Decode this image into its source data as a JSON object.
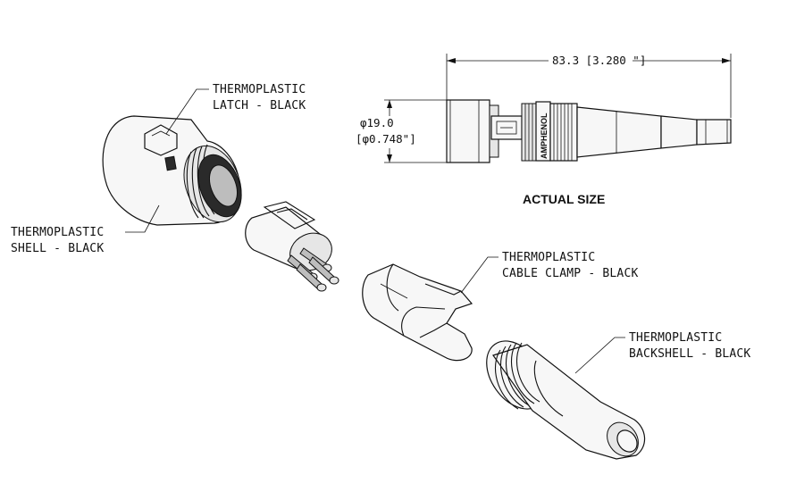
{
  "callouts": {
    "latch": [
      "THERMOPLASTIC",
      "LATCH - BLACK"
    ],
    "shell": [
      "THERMOPLASTIC",
      "SHELL - BLACK"
    ],
    "clamp": [
      "THERMOPLASTIC",
      "CABLE CLAMP - BLACK"
    ],
    "backshell": [
      "THERMOPLASTIC",
      "BACKSHELL - BLACK"
    ]
  },
  "dimensions": {
    "length": "83.3  [3.280 \"]",
    "diameter_mm": "φ19.0",
    "diameter_in": "[φ0.748\"]"
  },
  "side_view_brand": "AMPHENOL",
  "caption": "ACTUAL SIZE"
}
